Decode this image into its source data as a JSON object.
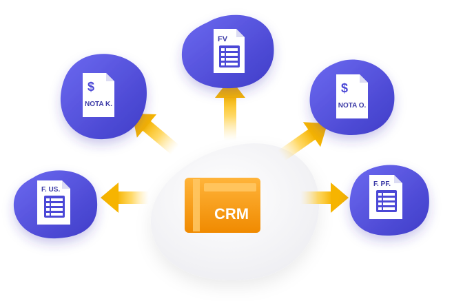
{
  "center": {
    "label": "CRM"
  },
  "documents": [
    {
      "id": "fv",
      "label": "FV",
      "icon": "spreadsheet-document-icon"
    },
    {
      "id": "nota-k",
      "label": "NOTA K.",
      "icon": "invoice-dollar-document-icon"
    },
    {
      "id": "nota-o",
      "label": "NOTA O.",
      "icon": "invoice-dollar-document-icon"
    },
    {
      "id": "f-us",
      "label": "F. US.",
      "icon": "spreadsheet-document-icon"
    },
    {
      "id": "f-pf",
      "label": "F. PF.",
      "icon": "spreadsheet-document-icon"
    }
  ],
  "colors": {
    "blob_primary": "#4a47d8",
    "blob_secondary": "#6f6cf2",
    "arrow": "#f6b400",
    "crm_orange": "#f39a12",
    "crm_orange_light": "#ffb73a",
    "center_blob": "#f5f5f7"
  }
}
